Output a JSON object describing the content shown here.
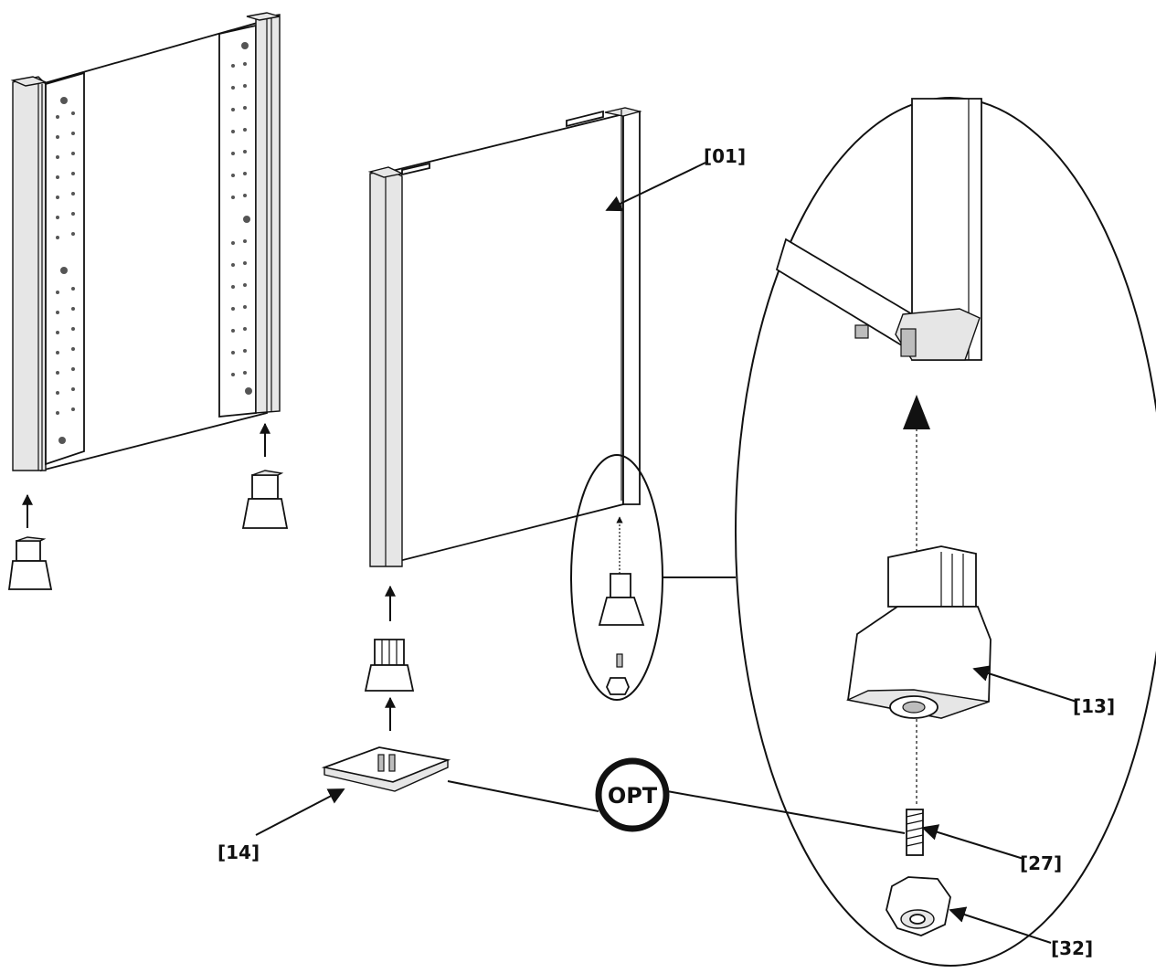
{
  "labels": {
    "part_01": "[01]",
    "part_13": "[13]",
    "part_14": "[14]",
    "part_27": "[27]",
    "part_32": "[32]",
    "optional_badge": "OPT"
  },
  "colors": {
    "line": "#111111",
    "background": "#ffffff",
    "shade": "#e6e6e6"
  }
}
